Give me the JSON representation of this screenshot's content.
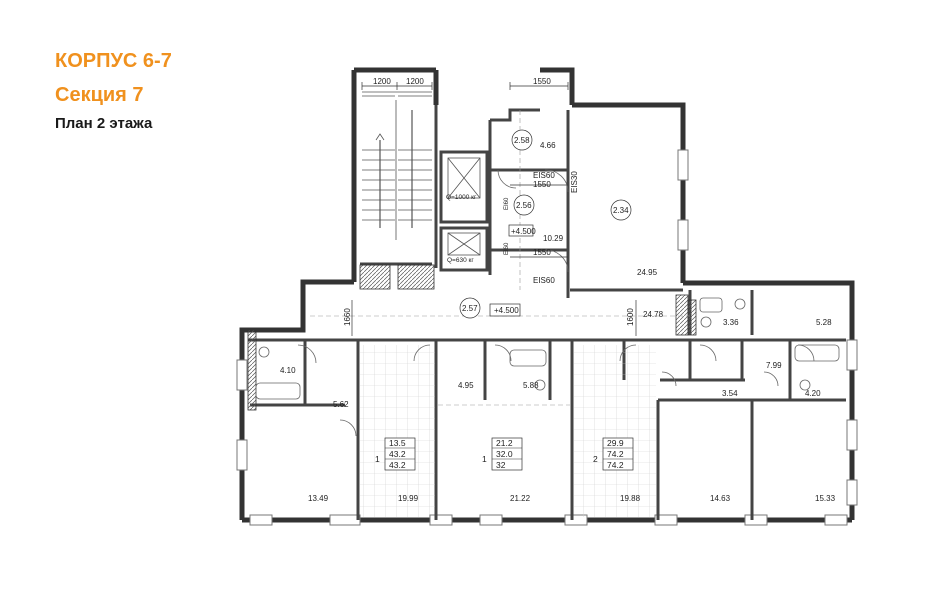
{
  "header": {
    "building": "КОРПУС 6-7",
    "section": "Секция 7",
    "floor": "План 2 этажа"
  },
  "dimensions": {
    "d1200a": "1200",
    "d1200b": "1200",
    "d1550a": "1550",
    "d1550b": "1550",
    "d1550c": "1550",
    "d1660": "1660",
    "d1600": "1600"
  },
  "doors": {
    "ei60a": "EIS60",
    "ei60b": "EIS60",
    "ei30": "EIS30",
    "e180a": "EI60",
    "e180b": "EI60"
  },
  "elevators": {
    "large": "Q=1000 кг",
    "small": "Q=630 кг"
  },
  "levels": {
    "hall": "+4.500",
    "corridor": "+4.500"
  },
  "rooms": {
    "r258": "2.58",
    "r466": "4.66",
    "r256": "2.56",
    "r1029": "10.29",
    "r234": "2.34",
    "r2495": "24.95",
    "r257": "2.57",
    "r2478": "24.78",
    "r336": "3.36",
    "r528": "5.28",
    "r410": "4.10",
    "r562": "5.62",
    "r495": "4.95",
    "r588": "5.88",
    "r799": "7.99",
    "r354": "3.54",
    "r420": "4.20",
    "r1349": "13.49",
    "r1999": "19.99",
    "r2122": "21.22",
    "r1988": "19.88",
    "r1463": "14.63",
    "r1533": "15.33"
  },
  "apartments": [
    {
      "rooms": "1",
      "living": "13.5",
      "total": "43.2",
      "total2": "43.2"
    },
    {
      "rooms": "1",
      "living": "21.2",
      "total": "32.0",
      "total2": "32"
    },
    {
      "rooms": "2",
      "living": "29.9",
      "total": "74.2",
      "total2": "74.2"
    }
  ]
}
